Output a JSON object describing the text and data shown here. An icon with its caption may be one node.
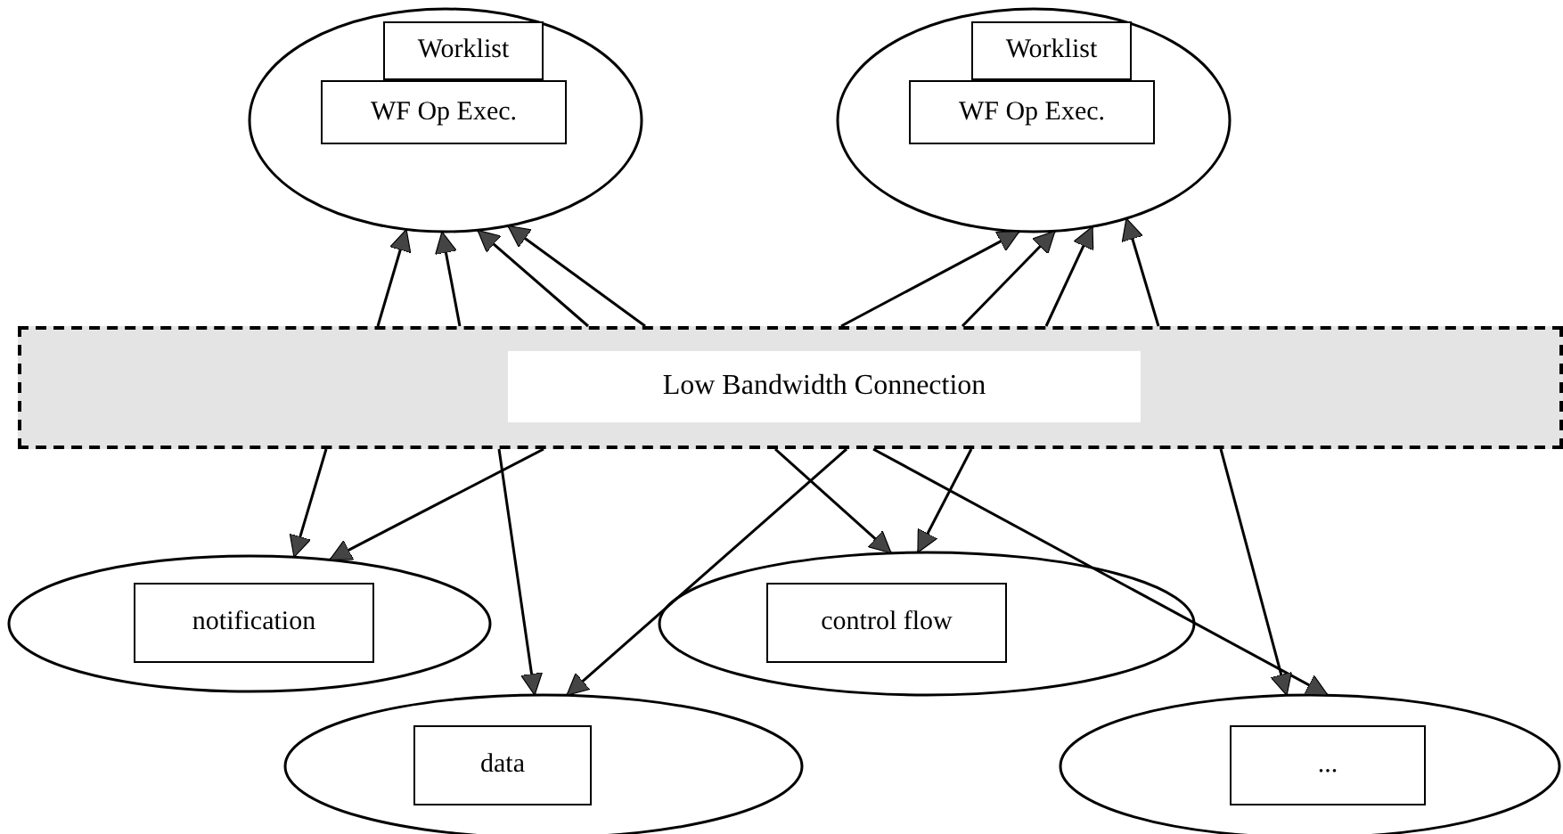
{
  "diagram": {
    "nodes": [
      {
        "text": [],
        "shape": "ellipse"
      },
      {
        "text": [
          "Worklist"
        ],
        "in": 0
      },
      {
        "text": [
          "WF Op Exec."
        ],
        "in": 0
      },
      {
        "text": [],
        "shape": "ellipse"
      },
      {
        "text": [
          "Worklist"
        ],
        "in": 3
      },
      {
        "text": [
          "WF Op Exec."
        ],
        "in": 3
      },
      {
        "text": [
          "Low Bandwidth Connection"
        ]
      },
      {
        "text": [],
        "shape": "ellipse"
      },
      {
        "text": [
          "notification"
        ],
        "in": 7
      },
      {
        "text": [],
        "shape": "ellipse"
      },
      {
        "text": [
          "control flow"
        ],
        "in": 9
      },
      {
        "text": [],
        "shape": "ellipse"
      },
      {
        "text": [
          "data"
        ],
        "in": 11
      },
      {
        "text": [],
        "shape": "ellipse"
      },
      {
        "text": [
          "..."
        ],
        "in": 13
      }
    ],
    "edges": [
      {
        "from": 6,
        "to": 0,
        "arrow": "to"
      },
      {
        "from": 6,
        "to": 0,
        "arrow": "to"
      },
      {
        "from": 6,
        "to": 0,
        "arrow": "to"
      },
      {
        "from": 6,
        "to": 0,
        "arrow": "to"
      },
      {
        "from": 6,
        "to": 3,
        "arrow": "to"
      },
      {
        "from": 6,
        "to": 3,
        "arrow": "to"
      },
      {
        "from": 6,
        "to": 3,
        "arrow": "to"
      },
      {
        "from": 6,
        "to": 3,
        "arrow": "to"
      },
      {
        "from": 6,
        "to": 7,
        "arrow": "to"
      },
      {
        "from": 6,
        "to": 7,
        "arrow": "to"
      },
      {
        "from": 6,
        "to": 9,
        "arrow": "to"
      },
      {
        "from": 6,
        "to": 9,
        "arrow": "to"
      },
      {
        "from": 6,
        "to": 11,
        "arrow": "to"
      },
      {
        "from": 6,
        "to": 11,
        "arrow": "to"
      },
      {
        "from": 6,
        "to": 13,
        "arrow": "to"
      },
      {
        "from": 6,
        "to": 13,
        "arrow": "to"
      }
    ]
  }
}
